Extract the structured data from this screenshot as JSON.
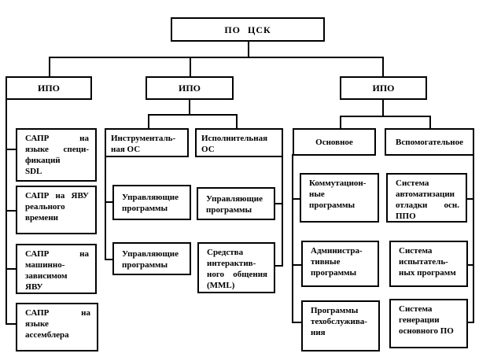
{
  "diagram": {
    "root": {
      "label": "ПО ЦСК"
    },
    "level1": {
      "left": {
        "label": "ИПО"
      },
      "middle": {
        "label": "ИПО"
      },
      "right": {
        "label": "ИПО"
      }
    },
    "left_branch": {
      "sapr_sdl": {
        "label": "САПР на\nязыке специ-\nфикаций\nSDL"
      },
      "sapr_yavu_rt": {
        "label": "САПР на ЯВУ\nреального\nвремени"
      },
      "sapr_machine": {
        "label": "САПР на\nмашинно-\nзависимом\nЯВУ"
      },
      "sapr_asm": {
        "label": "САПР на\nязыке\nассемблера"
      }
    },
    "middle_branch": {
      "instrumental_os": {
        "label": "Инструменталь-\nная ОС"
      },
      "executive_os": {
        "label": "Исполнительная\nОС"
      },
      "instr_upr_1": {
        "label": "Управляющие\nпрограммы"
      },
      "instr_upr_2": {
        "label": "Управляющие\nпрограммы"
      },
      "exec_upr": {
        "label": "Управляющие\nпрограммы"
      },
      "exec_mml": {
        "label": "Средства\nинтерактив-\nного общения\n(MML)"
      }
    },
    "right_branch": {
      "main": {
        "label": "Основное"
      },
      "auxiliary": {
        "label": "Вспомогательное"
      },
      "kommut": {
        "label": "Коммутацион-\nные\nпрограммы"
      },
      "sist_avtom": {
        "label": "Система\nавтоматизации\nотладки осн.\nППО"
      },
      "admin": {
        "label": "Администра-\nтивные\nпрограммы"
      },
      "sist_ispyt": {
        "label": "Система\nиспытатель-\nных программ"
      },
      "prog_teh": {
        "label": "Программы\nтехобслужива-\nния"
      },
      "sist_gener": {
        "label": "Система\nгенерации\nосновного ПО"
      }
    },
    "colors": {
      "line": "#000000",
      "background": "#ffffff"
    }
  }
}
